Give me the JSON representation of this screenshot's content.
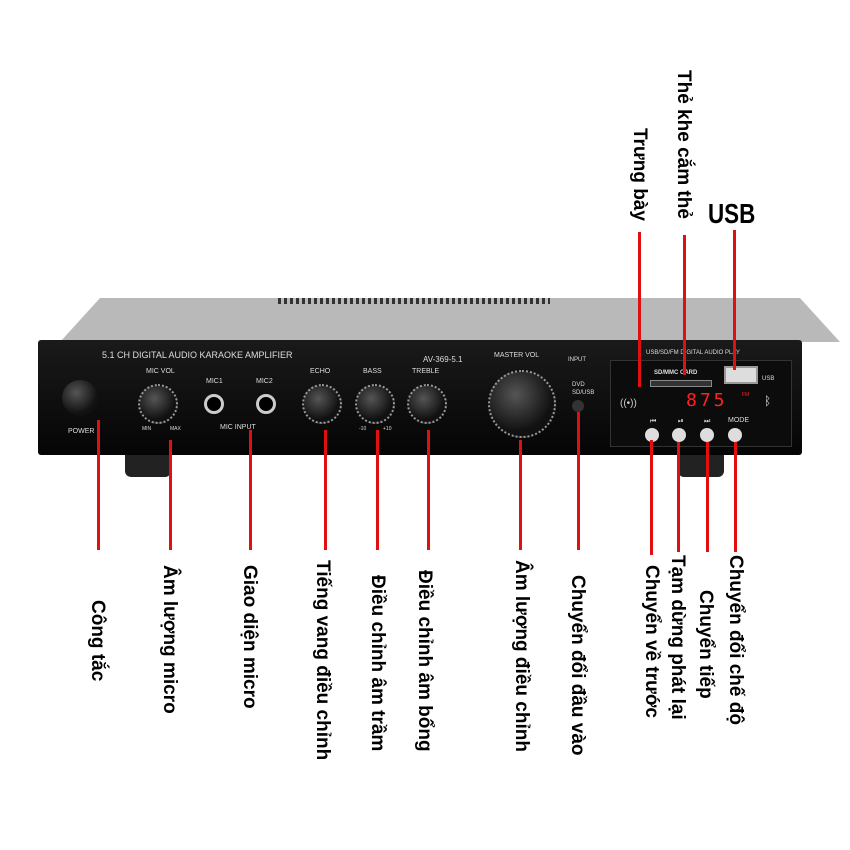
{
  "panel": {
    "title": "5.1 CH DIGITAL AUDIO KARAOKE AMPLIFIER",
    "model": "AV-369-5.1",
    "power": "POWER",
    "mic_vol": "MIC VOL",
    "min": "MIN",
    "max": "MAX",
    "mic1": "MIC1",
    "mic2": "MIC2",
    "mic_input": "MIC INPUT",
    "echo": "ECHO",
    "bass": "BASS",
    "treble": "TREBLE",
    "minus10": "-10",
    "plus10": "+10",
    "master_vol": "MASTER VOL",
    "input": "INPUT",
    "dvd": "DVD",
    "sdusb": "SD/USB",
    "media_title": "USB/SD/FM DIGITAL AUDIO PLAY",
    "card": "SD/MMC CARD",
    "usb": "USB",
    "display": "875",
    "fm": "FM",
    "mode": "MODE",
    "prev": "⏮",
    "play": "⏯",
    "next": "⏭"
  },
  "labels": {
    "power": "Công tắc",
    "mic_vol": "Âm lượng micro",
    "mic_input": "Giao diện micro",
    "echo": "Tiếng vang điều chỉnh",
    "bass": "Điều chỉnh âm trầm",
    "treble": "Điều chỉnh âm bổng",
    "master": "Âm lượng điều chỉnh",
    "input": "Chuyển đổi đầu vào",
    "prev": "Chuyển về trước",
    "play": "Tạm dừng phát lại",
    "next": "Chuyển tiếp",
    "mode": "Chuyển đổi chế độ",
    "display": "Trưng bày",
    "card": "Thẻ khe cắm thẻ",
    "usb": "USB"
  },
  "colors": {
    "accent": "#e01010",
    "display": "#ff2020"
  }
}
